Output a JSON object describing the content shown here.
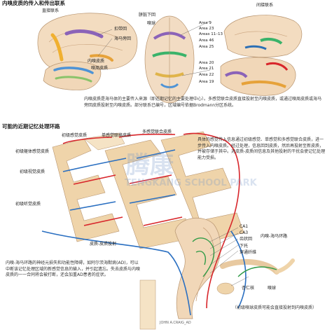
{
  "top": {
    "title": "内嗅皮质的传入和传出联系",
    "afferent_label": "直接联系",
    "reciprocal_label": "间接联系",
    "labels": {
      "cingulate": "扣带回",
      "parahippocampal": "海马旁回",
      "olfactory_bulb": "嗅球",
      "entorhinal": "内嗅皮质",
      "perirhinal": "嗅周皮质",
      "subcallosal": "胼胝下回"
    },
    "areas": [
      "Area 9",
      "Area 23",
      "Areas 11–13",
      "Area 46",
      "Area 25",
      "Area 20",
      "Area 21",
      "Area 22",
      "Area 19"
    ],
    "caption": "内嗅皮质是海马体的主要传入来源（即近期记忆的主要处理中心）。多感觉联合皮质直接投射至内嗅皮质，或通过嗅周皮质或海马旁回皮质投射至内嗅皮质。部分联系已编号，区域编号依据Brodmann分区系统。"
  },
  "bottom": {
    "title": "可能的近期记忆处理环路",
    "cortex_labels": [
      "初级感觉皮质",
      "单感觉联络皮质",
      "多感觉联合皮质"
    ],
    "left_labels": [
      "初级躯体感觉皮质",
      "初级视觉皮质",
      "初级听觉皮质"
    ],
    "description": "具体的感觉传入信息通过初级感觉、单感觉和多感觉联合皮质，进一步传入内嗅皮质。经过处理，信息回到皮质，然后再投射至新皮质，并被存储于其中。对皮质-皮质间信息及其他投射的干扰会使记忆处理能力受损。",
    "cortical_projection": "皮质-皮质投射",
    "hippocampal_labels": [
      "CA1",
      "CA3",
      "齿状回",
      "下托",
      "穿通纤维"
    ],
    "loop_label": "内嗅-海马环路",
    "bottom_caption": "内嗅-海马环路的神经元损失和功能性障碍，如阿尔茨海默病(AD)，可以中断该记忆处理区域的新感觉信息的输入，并引起遗忘。失去皮质与内嗅皮质的一一合同将会被打断，还会加重AD患者的症状。",
    "amygdala": "杏仁核",
    "olfactory_bulb": "嗅球",
    "note": "（初级嗅球皮质可能会直接投射到内嗅皮质）",
    "signature": "JOHN A.CRAIG_AD"
  },
  "watermark": {
    "line1": "腾康",
    "line2": "TENGKANG SCHOOL PARK"
  },
  "colors": {
    "red_path": "#d8262b",
    "blue_path": "#2a6fc1",
    "green_path": "#2f9b46",
    "cortex": "#f1d8b0"
  }
}
